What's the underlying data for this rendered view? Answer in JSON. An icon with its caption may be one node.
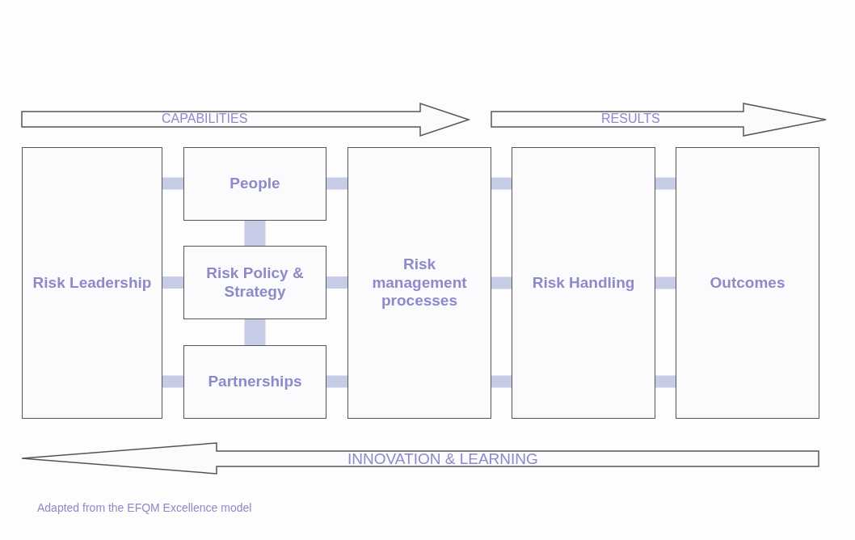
{
  "diagram": {
    "caption": "Adapted from the EFQM Excellence model",
    "nodes": [
      {
        "text": [
          "Risk Leadership"
        ]
      },
      {
        "text": [
          "People"
        ]
      },
      {
        "text": [
          "Risk Policy & Strategy"
        ]
      },
      {
        "text": [
          "Partnerships"
        ]
      },
      {
        "text": [
          "Risk management processes"
        ]
      },
      {
        "text": [
          "Risk Handling"
        ]
      },
      {
        "text": [
          "Outcomes"
        ]
      }
    ],
    "edges": [
      {
        "from": 0,
        "to": 1,
        "arrow": "none"
      },
      {
        "from": 0,
        "to": 2,
        "arrow": "none"
      },
      {
        "from": 0,
        "to": 3,
        "arrow": "none"
      },
      {
        "from": 1,
        "to": 2,
        "arrow": "none"
      },
      {
        "from": 2,
        "to": 3,
        "arrow": "none"
      },
      {
        "from": 1,
        "to": 4,
        "arrow": "none"
      },
      {
        "from": 2,
        "to": 4,
        "arrow": "none"
      },
      {
        "from": 3,
        "to": 4,
        "arrow": "none"
      },
      {
        "from": 4,
        "to": 5,
        "arrow": "none"
      },
      {
        "from": 4,
        "to": 5,
        "arrow": "none"
      },
      {
        "from": 4,
        "to": 5,
        "arrow": "none"
      },
      {
        "from": 5,
        "to": 6,
        "arrow": "none"
      },
      {
        "from": 5,
        "to": 6,
        "arrow": "none"
      },
      {
        "from": 5,
        "to": 6,
        "arrow": "none"
      }
    ],
    "labels": [
      "CAPABILITIES",
      "RESULTS",
      "INNOVATION & LEARNING"
    ]
  }
}
